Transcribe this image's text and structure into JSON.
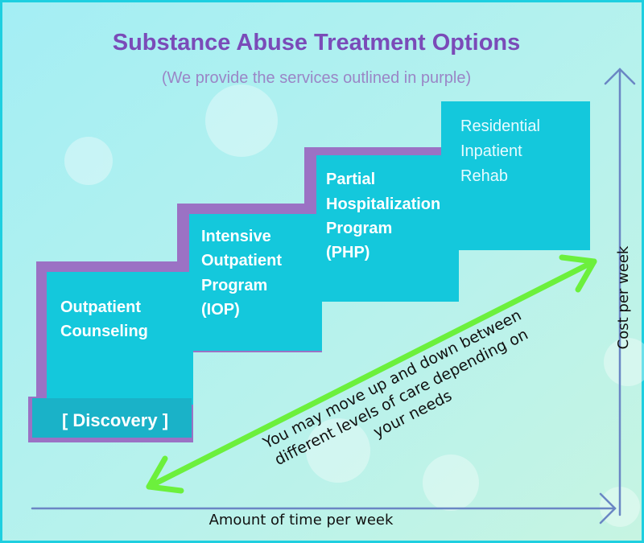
{
  "title": "Substance Abuse Treatment Options",
  "subtitle": "(We provide the services outlined in purple)",
  "steps": [
    {
      "lines": [
        "Outpatient",
        "Counseling"
      ],
      "outlined": true
    },
    {
      "lines": [
        "Intensive",
        "Outpatient",
        "Program",
        "(IOP)"
      ],
      "outlined": true
    },
    {
      "lines": [
        "Partial",
        "Hospitalization",
        "Program",
        "(PHP)"
      ],
      "outlined": true
    },
    {
      "lines": [
        "Residential",
        "Inpatient",
        "Rehab"
      ],
      "outlined": false
    }
  ],
  "discovery": "[ Discovery ]",
  "note": [
    "You may move up and down between",
    "different levels of care depending on",
    "your needs"
  ],
  "axes": {
    "x_label": "Amount of time per week",
    "y_label": "Cost per week"
  },
  "colors": {
    "teal": "#14c8dc",
    "purple": "#9b72c4",
    "arrow": "#6cf03c",
    "axis": "#6a86c4"
  }
}
